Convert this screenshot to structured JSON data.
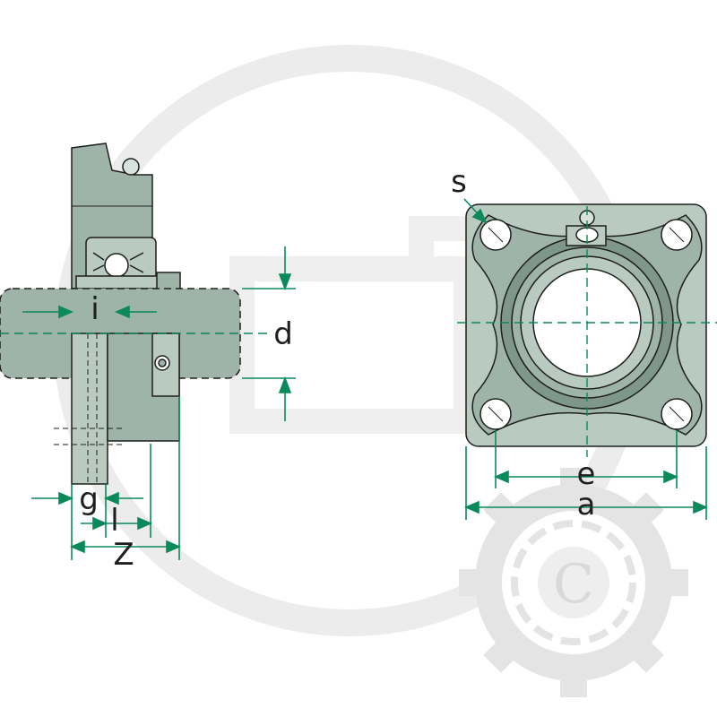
{
  "colors": {
    "part_fill": "#9fb4a9",
    "part_fill_dark": "#7f978b",
    "part_fill_light": "#b9cbc1",
    "outline": "#1e1e1e",
    "dimension": "#0a8a5a",
    "watermark": "#e6e6e6"
  },
  "labels": {
    "i": "i",
    "d": "d",
    "g": "g",
    "l": "l",
    "z": "Z",
    "s": "s",
    "e": "e",
    "a": "a"
  },
  "watermark": {
    "letter": "C",
    "icon": "gear-logo-icon"
  }
}
